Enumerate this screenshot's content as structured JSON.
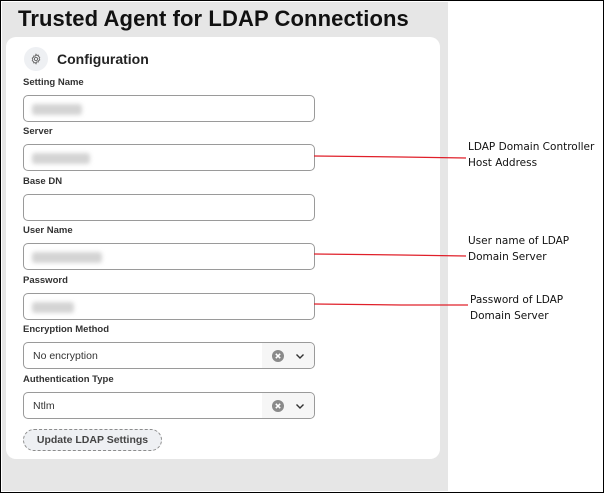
{
  "page": {
    "title": "Trusted Agent for LDAP Connections"
  },
  "card": {
    "title": "Configuration",
    "icon": "gear-icon"
  },
  "fields": {
    "setting_name": {
      "label": "Setting Name",
      "value": "[redacted]"
    },
    "server": {
      "label": "Server",
      "value": "[redacted]"
    },
    "base_dn": {
      "label": "Base DN",
      "value": ""
    },
    "user_name": {
      "label": "User Name",
      "value": "[redacted]"
    },
    "password": {
      "label": "Password",
      "value": "[redacted]"
    },
    "encryption_method": {
      "label": "Encryption Method",
      "value": "No encryption",
      "clear_icon": "clear-circle-icon",
      "dropdown_icon": "chevron-down-icon"
    },
    "authentication_type": {
      "label": "Authentication Type",
      "value": "Ntlm",
      "clear_icon": "clear-circle-icon",
      "dropdown_icon": "chevron-down-icon"
    }
  },
  "actions": {
    "update_label": "Update LDAP Settings"
  },
  "annotations": [
    {
      "line1": "LDAP Domain Controller",
      "line2": "Host Address",
      "points_to": "server"
    },
    {
      "line1": "User name  of LDAP",
      "line2": "Domain Server",
      "points_to": "user_name"
    },
    {
      "line1": "Password of LDAP",
      "line2": "Domain Server",
      "points_to": "password"
    }
  ],
  "colors": {
    "panel_bg": "#e6e6e6",
    "card_bg": "#ffffff",
    "annotation_line": "#e0202a",
    "input_border": "#9a9a9a"
  }
}
